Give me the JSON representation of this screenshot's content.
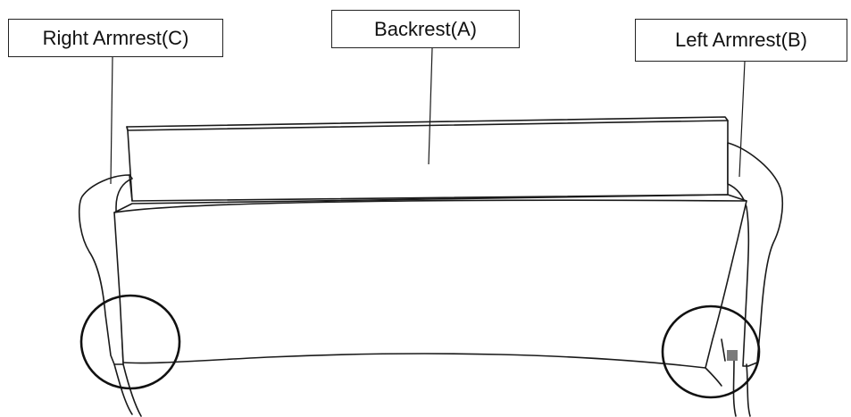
{
  "labels": {
    "right_armrest": "Right Armrest(C)",
    "backrest": "Backrest(A)",
    "left_armrest": "Left Armrest(B)"
  },
  "colors": {
    "line": "#1a1a1a",
    "background": "#ffffff",
    "marker": "#7a7a7a"
  }
}
